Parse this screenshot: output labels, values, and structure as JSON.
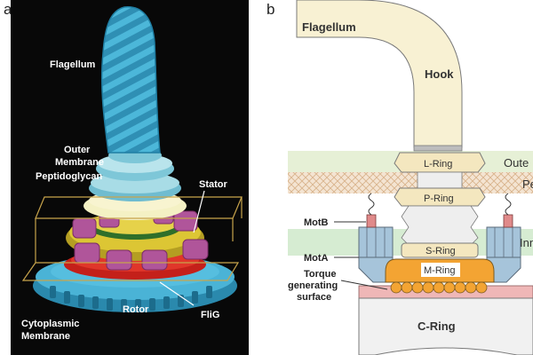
{
  "panels": {
    "a": {
      "letter": "a",
      "labels": {
        "flagellum": "Flagellum",
        "outer_membrane_1": "Outer",
        "outer_membrane_2": "Membrane",
        "peptidoglycan": "Peptidoglycan",
        "stator": "Stator",
        "rotor": "Rotor",
        "flig": "FliG",
        "cytoplasmic_1": "Cytoplasmic",
        "cytoplasmic_2": "Membrane"
      }
    },
    "b": {
      "letter": "b",
      "labels": {
        "flagellum": "Flagellum",
        "hook": "Hook",
        "l_ring": "L-Ring",
        "p_ring": "P-Ring",
        "s_ring": "S-Ring",
        "m_ring": "M-Ring",
        "c_ring": "C-Ring",
        "motb": "MotB",
        "mota": "MotA",
        "torque_1": "Torque",
        "torque_2": "generating",
        "torque_3": "surface",
        "outer_side": "Oute",
        "pg_side": "Pe",
        "inner_side": "Inn"
      }
    }
  },
  "colors": {
    "cryo_background": "#080808",
    "flagellum_blue": "#38a3c8",
    "collar_light_blue": "#a8dce6",
    "stator_magenta": "#b0559a",
    "rotor_yellow": "#d8c230",
    "flig_red": "#d8281c",
    "membrane_box": "#c8a44c",
    "flagellum_fill": "#f8f1d3",
    "outer_band": "#e6f0d6",
    "pg_band": "#f4e4d2",
    "inner_band": "#d6ecd2",
    "stator_blue": "#a6c4da",
    "m_ring_orange": "#f3a433",
    "pink_row": "#efb7b7",
    "c_ring_fill": "#f1f1f1"
  }
}
